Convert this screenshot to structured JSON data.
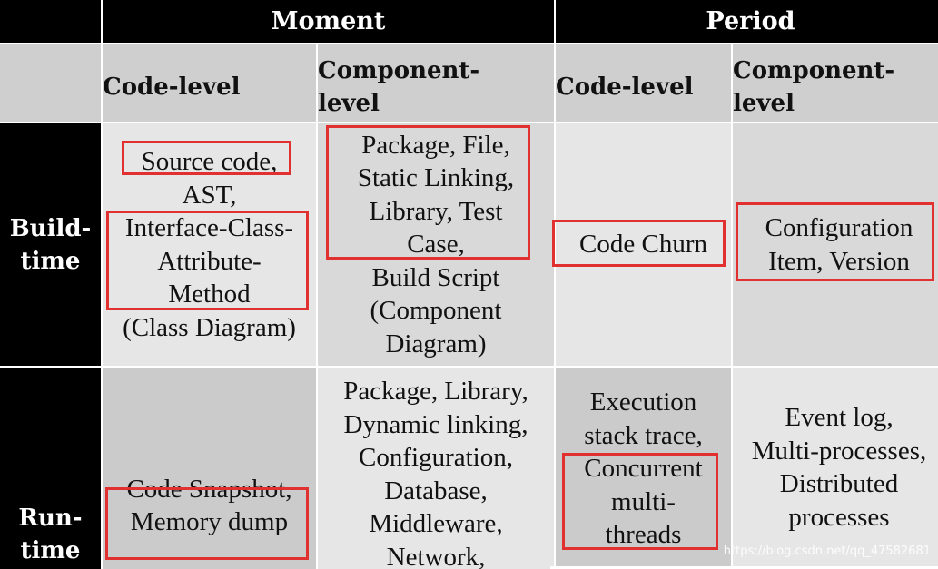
{
  "header": {
    "moment": "Moment",
    "period": "Period"
  },
  "subheader": {
    "moment_code": [
      "Code-level"
    ],
    "moment_component": [
      "Component-",
      "level"
    ],
    "period_code": [
      "Code-level"
    ],
    "period_component": [
      "Component-",
      "level"
    ]
  },
  "rows": {
    "build": {
      "label": [
        "Build-",
        "time"
      ],
      "moment_code": [
        "Source code,",
        "AST,",
        "Interface-Class-",
        "Attribute-",
        "Method",
        "(Class Diagram)"
      ],
      "moment_component": [
        "Package, File,",
        "Static Linking,",
        "Library, Test",
        "Case,",
        "Build Script",
        "(Component",
        "Diagram)"
      ],
      "period_code": [
        "Code Churn"
      ],
      "period_component": [
        "Configuration",
        "Item, Version"
      ]
    },
    "run": {
      "label": [
        "Run-",
        "time"
      ],
      "moment_code": [
        "Code Snapshot,",
        "Memory dump"
      ],
      "moment_component": [
        "Package, Library,",
        "Dynamic  linking,",
        "Configuration,",
        "Database,",
        "Middleware,",
        "Network,"
      ],
      "period_code": [
        "Execution",
        "stack trace,",
        "Concurrent",
        "multi-",
        "threads"
      ],
      "period_component": [
        "Event log,",
        "Multi-processes,",
        "Distributed",
        "processes"
      ]
    }
  },
  "watermark": "https://blog.csdn.net/qq_47582681",
  "colors": {
    "header_bg": "#000000",
    "subheader_bg": "#cfcfcf",
    "cell_light": "#e6e6e6",
    "cell_dark": "#cbcbcb",
    "highlight": "#e03030"
  }
}
